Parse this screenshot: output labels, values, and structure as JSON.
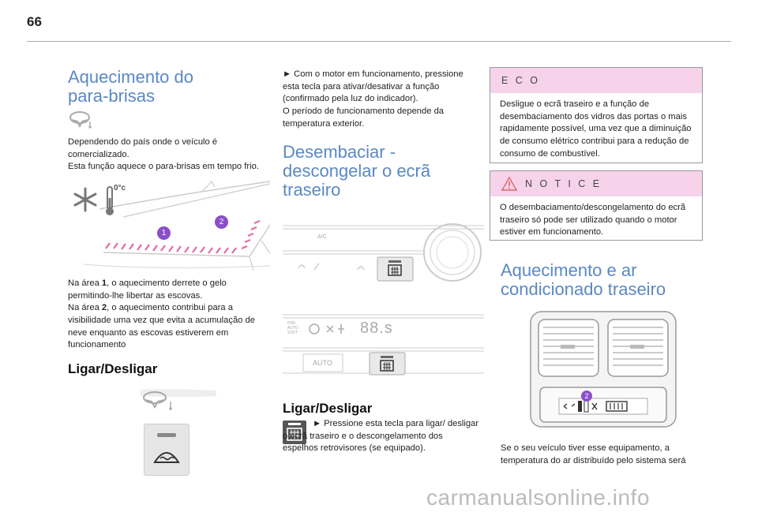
{
  "page": {
    "number": "66",
    "watermark": "carmanualsonline.info"
  },
  "col1": {
    "title": "Aquecimento do para-brisas",
    "intro": "Dependendo do país onde o veículo é comercializado.\nEsta função aquece o para-brisas em tempo frio.",
    "figure_label_temp": "0°c",
    "figure_zone1": "1",
    "figure_zone2": "2",
    "area_text": {
      "p1": "Na área ",
      "n1": "1",
      "p2": ", o aquecimento derrete o gelo permitindo-lhe libertar as escovas.\nNa área ",
      "n2": "2",
      "p3": ", o aquecimento contribui para a visibilidade uma vez que evita a acumulação de neve enquanto as escovas estiverem em funcionamento"
    },
    "subheading": "Ligar/Desligar"
  },
  "col2": {
    "intro": "► Com o motor em funcionamento, pressione esta tecla para ativar/desativar a função (confirmado pela luz do indicador).\nO período de funcionamento depende da temperatura exterior.",
    "title": "Desembaciar - descongelar o ecrã traseiro",
    "panel1_labels": {
      "ac": "A/C"
    },
    "panel2_labels": {
      "display": "88.s",
      "auto": "AUTO",
      "pre_auto": "PRE AUTO SOFT"
    },
    "subheading": "Ligar/Desligar",
    "onoff_text": "► Pressione esta tecla para ligar/ desligar o ecrã traseiro e o descongelamento dos espelhos retrovisores (se equipado)."
  },
  "col3": {
    "eco": {
      "label": "E C O",
      "text": "Desligue o ecrã traseiro e a função de desembaciamento dos vidros das portas o mais rapidamente possível, uma vez que a diminuição de consumo elétrico contribui para a redução de consumo de combustível."
    },
    "notice": {
      "label": "N O T I C E",
      "text": "O desembaciamento/descongelamento do ecrã traseiro só pode ser utilizado quando o motor estiver em funcionamento."
    },
    "title": "Aquecimento e ar condicionado traseiro",
    "figure_marker": "2",
    "bottom_text": "Se o seu veículo tiver esse equipamento, a temperatura do ar distribuído pelo sistema será"
  },
  "colors": {
    "heading_blue": "#5a88c4",
    "box_pink": "#f6d3ea",
    "marker_purple": "#8a4fc9",
    "hatch_pink": "#e46aa6"
  }
}
